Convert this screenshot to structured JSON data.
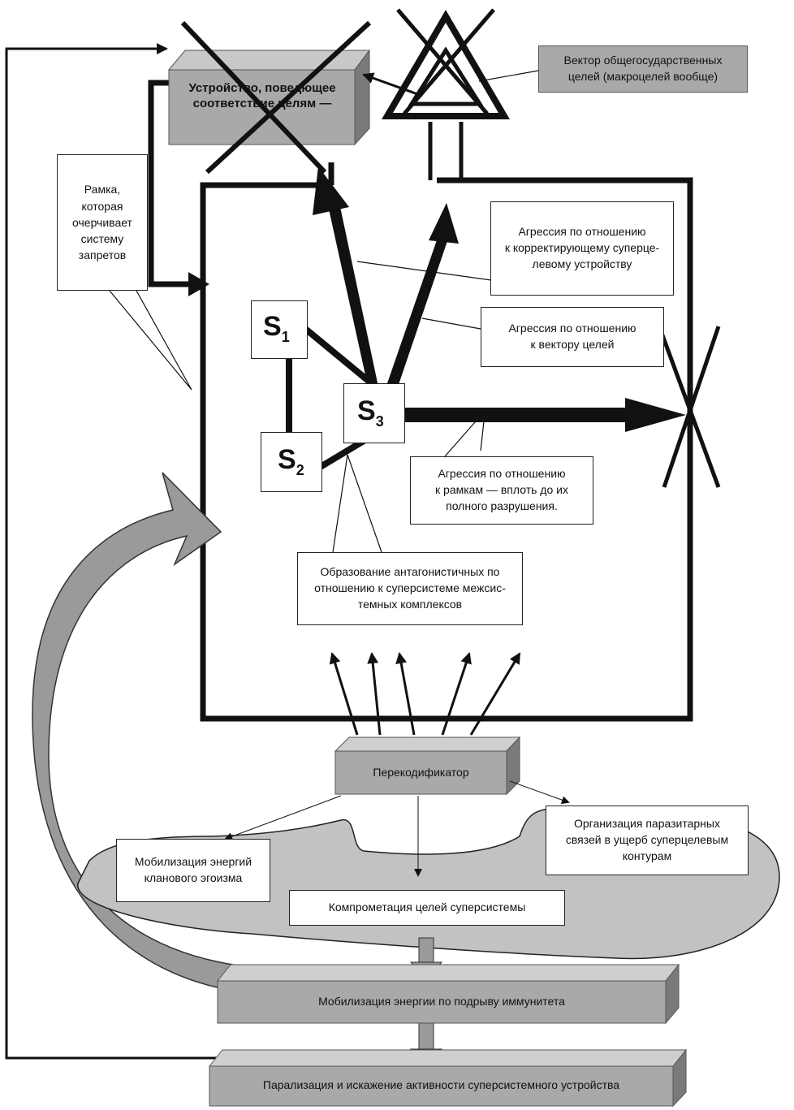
{
  "labels": {
    "device": "Устройство, поведющее соответствие целям —",
    "vector": "Вектор общегосударственных целей (макроцелей вообще)",
    "frame": "Рамка, которая очерчивает систему запретов",
    "aggression_device": "Агрессия по отношению к корректирующему суперце-левому устройству",
    "aggression_vector": "Агрессия по отношению к вектору целей",
    "aggression_frame": "Агрессия по отношению к рамкам — вплоть до их полного разрушения.",
    "antagonistic": "Образование антагонистичных по отношению к суперсистеме межсис-темных комплексов",
    "recoder": "Перекодификатор",
    "parasitic": "Организация паразитарных связей в ущерб суперцелевым контурам",
    "mobilization_clan": "Мобилизация энергий кланового эгоизма",
    "compromise": "Компрометация целей суперсистемы",
    "mobilization_immunity": "Мобилизация энергии по подрыву иммунитета",
    "paralysis": "Парализация и искажение активности суперсистемного устройства"
  },
  "device_lines": [
    "Устройство, поведющее",
    "соответствие целям —"
  ],
  "vector_lines": [
    "Вектор общегосударственных",
    "целей (макроцелей вообще)"
  ],
  "frame_lines": [
    "Рамка,",
    "которая",
    "очерчивает",
    "систему",
    "запретов"
  ],
  "aggression_device_lines": [
    "Агрессия по отношению",
    "к корректирующему суперце-",
    "левому устройству"
  ],
  "aggression_vector_lines": [
    "Агрессия по отношению",
    "к вектору целей"
  ],
  "aggression_frame_lines": [
    "Агрессия по отношению",
    "к рамкам — вплоть до их",
    "полного разрушения."
  ],
  "antagonistic_lines": [
    "Образование антагонистичных по",
    "отношению к суперсистеме межсис-",
    "темных комплексов"
  ],
  "parasitic_lines": [
    "Организация паразитарных",
    "связей в ущерб суперцелевым",
    "контурам"
  ],
  "mobilization_clan_lines": [
    "Мобилизация энергий",
    "кланового эгоизма"
  ],
  "subsystems": [
    {
      "letter": "S",
      "index": "1"
    },
    {
      "letter": "S",
      "index": "2"
    },
    {
      "letter": "S",
      "index": "3"
    }
  ],
  "colors": {
    "grey_fill": "#a9a9a9",
    "dark_grey": "#7a7a7a",
    "light_grey": "#c8c8c8",
    "stroke": "#111111"
  }
}
